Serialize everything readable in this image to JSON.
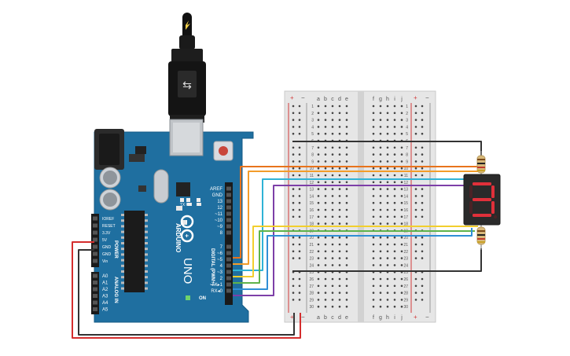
{
  "board": {
    "name": "ARDUINO",
    "model": "UNO",
    "header_top": [
      "AREF",
      "GND",
      "13",
      "12",
      "~11",
      "~10",
      "~9",
      "8"
    ],
    "header_mid": [
      "7",
      "~6",
      "~5",
      "4",
      "~3",
      "2",
      "TX▸1",
      "RX◂0"
    ],
    "digital_label": "DIGITAL (PWM~)",
    "power_pins": [
      "IOREF",
      "RESET",
      "3.3V",
      "5V",
      "GND",
      "GND",
      "Vin"
    ],
    "power_label": "POWER",
    "analog_pins": [
      "A0",
      "A1",
      "A2",
      "A3",
      "A4",
      "A5"
    ],
    "analog_label": "ANALOG IN",
    "leds": [
      "TX",
      "RX",
      "L"
    ],
    "on_label": "ON"
  },
  "breadboard": {
    "cols_left": [
      "a",
      "b",
      "c",
      "d",
      "e"
    ],
    "cols_right": [
      "f",
      "g",
      "h",
      "i",
      "j"
    ],
    "rows": [
      "1",
      "2",
      "3",
      "4",
      "5",
      "6",
      "7",
      "8",
      "9",
      "10",
      "11",
      "12",
      "13",
      "14",
      "15",
      "16",
      "17",
      "18",
      "19",
      "20",
      "21",
      "22",
      "23",
      "24",
      "25",
      "26",
      "27",
      "28",
      "29",
      "30"
    ],
    "plus": "+",
    "minus": "−"
  },
  "display": {
    "digit": "3",
    "segment_color": "#e0303a"
  },
  "wire_colors": {
    "red": "#d42d2d",
    "black": "#333333",
    "orange": "#e8731c",
    "orange2": "#f39c2a",
    "cyan": "#2fb3d6",
    "purple": "#7d3fa8",
    "yellow": "#f2cf2e",
    "green": "#5fb34a",
    "blue": "#2f8fd6"
  }
}
